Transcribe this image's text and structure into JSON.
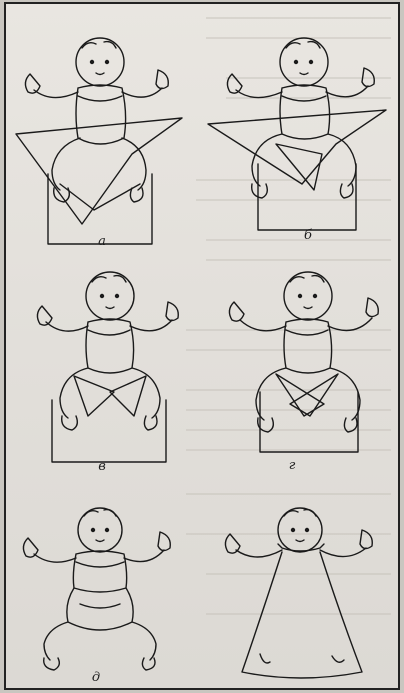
{
  "figure": {
    "panels": [
      {
        "id": "a",
        "caption": "а",
        "step": "diaper-spread-folded"
      },
      {
        "id": "b",
        "caption": "б",
        "step": "diaper-folded-up"
      },
      {
        "id": "v",
        "caption": "в",
        "step": "side-corners-wrapped"
      },
      {
        "id": "g",
        "caption": "г",
        "step": "corners-crossed"
      },
      {
        "id": "d",
        "caption": "д",
        "step": "diaper-secured"
      },
      {
        "id": "e",
        "caption": "",
        "step": "dressed-in-gown"
      }
    ]
  },
  "colors": {
    "ink": "#1a1a1a",
    "paper": "#e6e3de",
    "bleed_text": "#b9b5ae"
  }
}
